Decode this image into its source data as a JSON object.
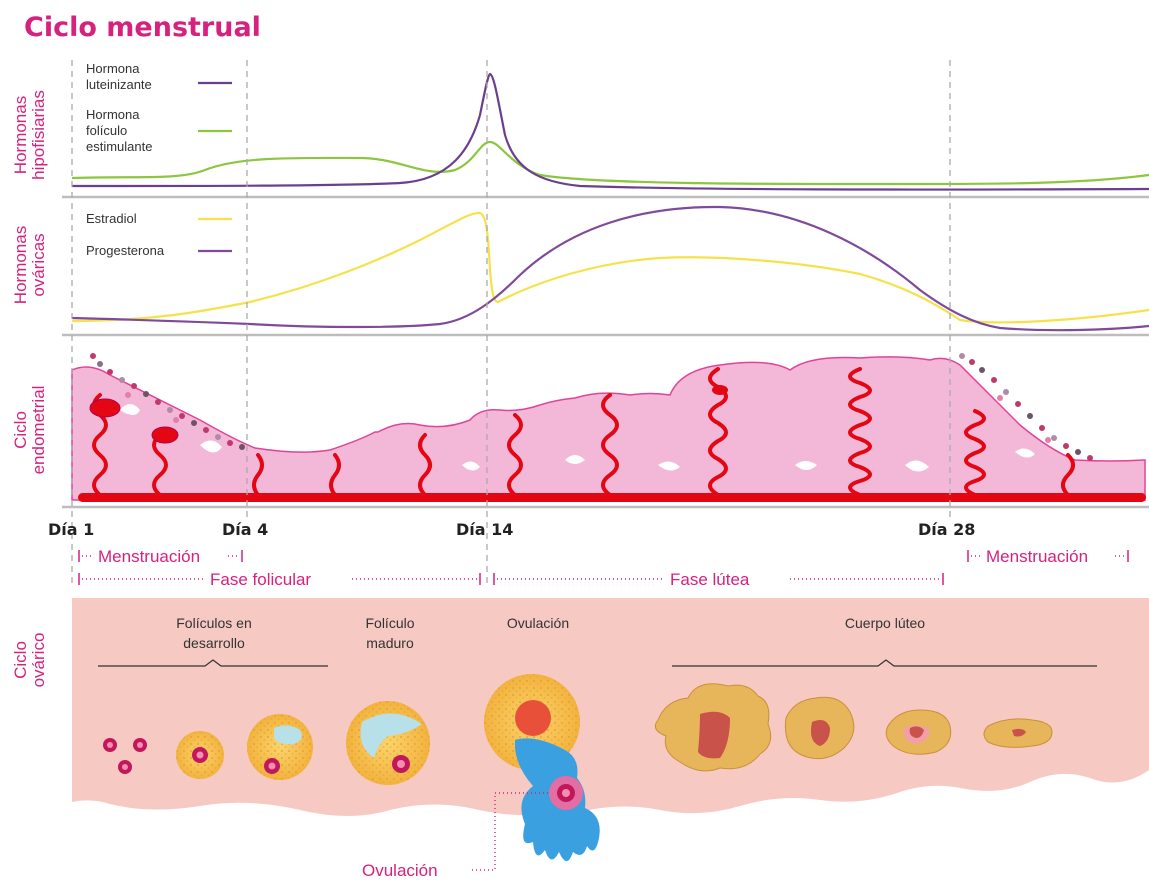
{
  "title": "Ciclo menstrual",
  "rows": {
    "pituitary": [
      "Hormonas",
      "hipofisiarias"
    ],
    "ovarian_hormones": [
      "Hormonas",
      "ováricas"
    ],
    "endometrial": [
      "Ciclo",
      "endometrial"
    ],
    "ovarian_cycle": [
      "Ciclo",
      "ovárico"
    ]
  },
  "legend": {
    "lh": [
      "Hormona",
      "luteinizante"
    ],
    "fsh": [
      "Hormona",
      "folículo",
      "estimulante"
    ],
    "estradiol": "Estradiol",
    "progesterone": "Progesterona"
  },
  "colors": {
    "accent": "#d6217f",
    "lh": "#6b3f8f",
    "fsh": "#8cc63f",
    "estradiol": "#f7e14a",
    "progesterone": "#7e4a99",
    "endometrium_fill": "#f3b8d8",
    "artery": "#e30613",
    "ovary_bg": "#f6c9c3"
  },
  "days": {
    "day1": "Día 1",
    "day4": "Día 4",
    "day14": "Día 14",
    "day28": "Día 28"
  },
  "phases": {
    "menstruation": "Menstruación",
    "follicular": "Fase folicular",
    "luteal": "Fase lútea",
    "menstruation2": "Menstruación"
  },
  "stages": {
    "developing": [
      "Folículos en",
      "desarrollo"
    ],
    "mature": [
      "Folículo",
      "maduro"
    ],
    "ovulation": "Ovulación",
    "corpus_luteum": "Cuerpo lúteo"
  },
  "ovulation_label": "Ovulación"
}
